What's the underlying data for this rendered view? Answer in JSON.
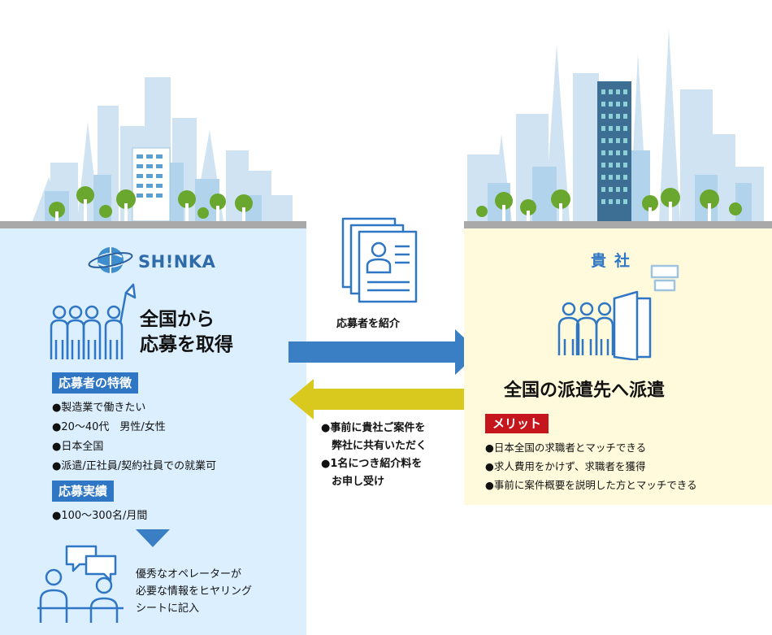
{
  "left": {
    "logo_text": "SH!NKA",
    "headline_line1": "全国から",
    "headline_line2": "応募を取得",
    "features_title": "応募者の特徴",
    "features": [
      "●製造業で働きたい",
      "●20〜40代　男性/女性",
      "●日本全国",
      "●派遣/正社員/契約社員での就業可"
    ],
    "results_title": "応募実績",
    "results": [
      "●100〜300名/月間"
    ],
    "operator_text": [
      "優秀なオペレーターが",
      "必要な情報をヒヤリング",
      "シートに記入"
    ]
  },
  "center": {
    "introduce_label": "応募者を紹介",
    "notes": [
      "●事前に貴社ご案件を",
      "　弊社に共有いただく",
      "●1名につき紹介料を",
      "　お申し受け"
    ]
  },
  "right": {
    "company_title": "貴社",
    "dispatch_title": "全国の派遣先へ派遣",
    "merit_title": "メリット",
    "merits": [
      "●日本全国の求職者とマッチできる",
      "●求人費用をかけず、求職者を獲得",
      "●事前に案件概要を説明した方とマッチできる"
    ]
  },
  "colors": {
    "left_panel": "#dcefff",
    "right_panel": "#fffadb",
    "accent_blue": "#2f77c4",
    "arrow_blue": "#3a7fc4",
    "arrow_yellow": "#d9c81e",
    "merit_red": "#c4161c",
    "ground": "#a9a9a9"
  },
  "icons": [
    "globe-icon",
    "people-with-flag-icon",
    "document-stack-icon",
    "people-at-door-icon",
    "operators-meeting-icon",
    "down-triangle-icon",
    "city-skyline-left",
    "city-skyline-right"
  ]
}
